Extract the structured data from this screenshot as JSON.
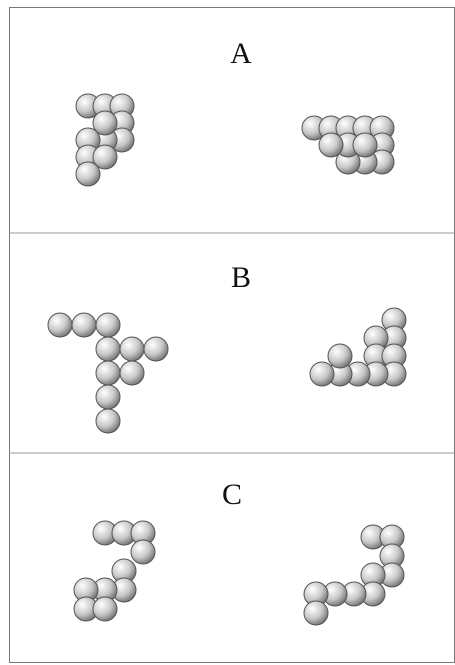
{
  "colors": {
    "bead_highlight": "#ffffff",
    "bead_mid": "#c8c8c8",
    "bead_shadow": "#6a6a6a",
    "border": "#7a7a7a"
  },
  "panels": [
    {
      "label": "A",
      "structures": [
        {
          "name": "structure-a-left",
          "beads": [
            [
              0,
              0
            ],
            [
              1,
              0
            ],
            [
              2,
              0
            ],
            [
              2,
              1
            ],
            [
              2,
              2
            ],
            [
              1,
              2
            ],
            [
              0,
              2
            ],
            [
              0,
              3
            ],
            [
              0,
              4
            ],
            [
              1,
              1
            ],
            [
              1,
              3
            ]
          ]
        },
        {
          "name": "structure-a-right",
          "beads": [
            [
              0,
              0
            ],
            [
              1,
              0
            ],
            [
              2,
              0
            ],
            [
              3,
              0
            ],
            [
              4,
              0
            ],
            [
              4,
              1
            ],
            [
              4,
              2
            ],
            [
              3,
              2
            ],
            [
              2,
              2
            ],
            [
              2,
              1
            ],
            [
              3,
              1
            ],
            [
              1,
              1
            ]
          ]
        }
      ]
    },
    {
      "label": "B",
      "structures": [
        {
          "name": "structure-b-left",
          "beads": [
            [
              0,
              0
            ],
            [
              1,
              0
            ],
            [
              2,
              0
            ],
            [
              2,
              1
            ],
            [
              2,
              2
            ],
            [
              3,
              1
            ],
            [
              4,
              1
            ],
            [
              3,
              2
            ],
            [
              2,
              3
            ],
            [
              2,
              4
            ]
          ]
        },
        {
          "name": "structure-b-right",
          "beads": [
            [
              4,
              0
            ],
            [
              4,
              1
            ],
            [
              3,
              1
            ],
            [
              3,
              2
            ],
            [
              4,
              2
            ],
            [
              4,
              3
            ],
            [
              3,
              3
            ],
            [
              2,
              3
            ],
            [
              1,
              3
            ],
            [
              0,
              3
            ],
            [
              1,
              2
            ]
          ]
        }
      ]
    },
    {
      "label": "C",
      "structures": [
        {
          "name": "structure-c-left",
          "beads": [
            [
              1,
              0
            ],
            [
              2,
              0
            ],
            [
              3,
              0
            ],
            [
              3,
              1
            ],
            [
              2,
              2
            ],
            [
              2,
              3
            ],
            [
              1,
              3
            ],
            [
              0,
              3
            ],
            [
              0,
              4
            ],
            [
              1,
              4
            ]
          ]
        },
        {
          "name": "structure-c-right",
          "beads": [
            [
              3,
              0
            ],
            [
              4,
              0
            ],
            [
              4,
              1
            ],
            [
              4,
              2
            ],
            [
              3,
              2
            ],
            [
              3,
              3
            ],
            [
              2,
              3
            ],
            [
              1,
              3
            ],
            [
              0,
              3
            ],
            [
              0,
              4
            ]
          ]
        }
      ]
    }
  ]
}
